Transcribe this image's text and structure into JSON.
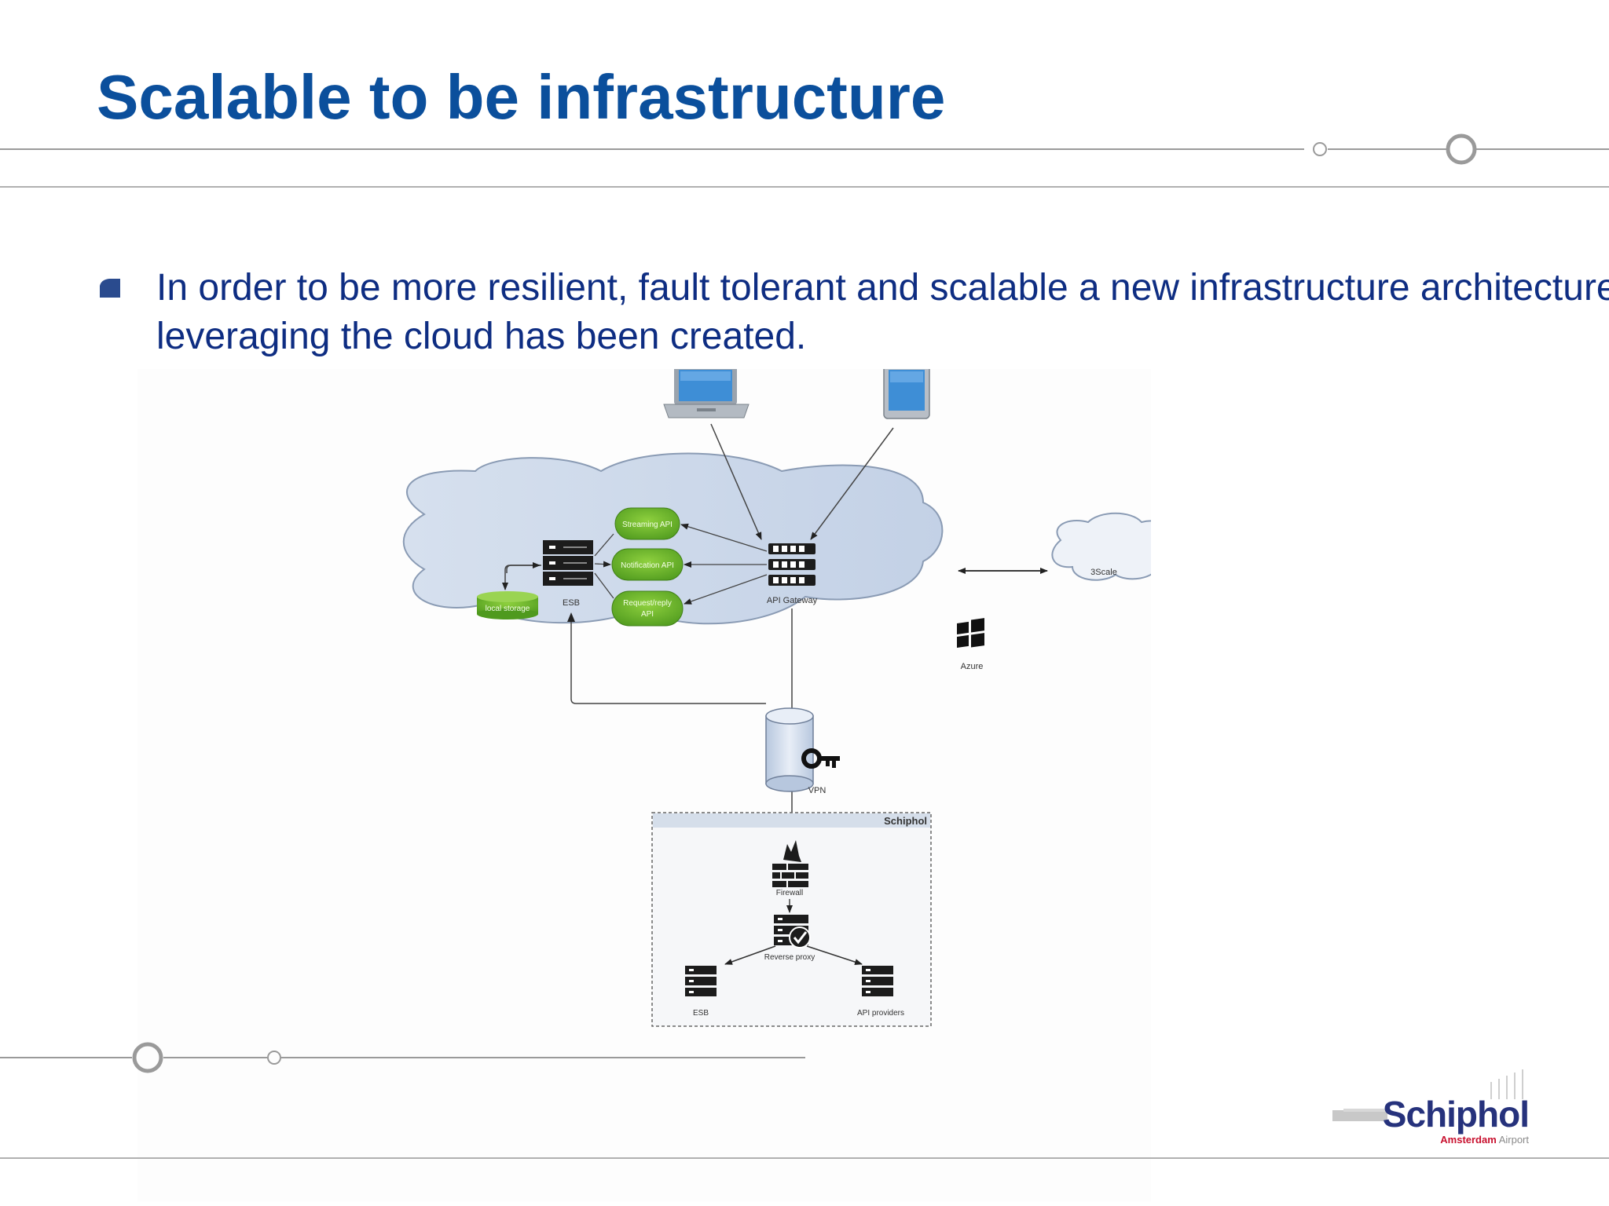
{
  "slide": {
    "title": "Scalable to be infrastructure",
    "bullet": "In order to be more resilient, fault tolerant and scalable a new infrastructure architecture leveraging the cloud has been created."
  },
  "diagram": {
    "cloud_components": {
      "streaming_api": "Streaming API",
      "notification_api": "Notification API",
      "request_reply_api": [
        "Request/reply",
        "API"
      ],
      "esb": "ESB",
      "local_storage": "local storage",
      "api_gateway": "API Gateway",
      "azure": "Azure"
    },
    "external": {
      "threescale": "3Scale"
    },
    "vpn": "VPN",
    "onprem": {
      "region": "Schiphol",
      "firewall": "Firewall",
      "reverse_proxy": "Reverse proxy",
      "esb": "ESB",
      "api_providers": "API providers"
    }
  },
  "logo": {
    "name": "Schiphol",
    "sub_red": "Amsterdam",
    "sub_grey": "Airport"
  },
  "colors": {
    "title": "#0b4f9c",
    "body_text": "#0e2d82",
    "cloud_fill": "#c9d6e8",
    "api_green": "#6fb72c",
    "logo_blue": "#26327c",
    "logo_red": "#c8102e"
  },
  "icons": [
    "laptop-icon",
    "tablet-icon",
    "server-icon",
    "windows-logo-icon",
    "key-icon",
    "firewall-icon",
    "reverse-proxy-icon",
    "database-icon",
    "cloud-icon"
  ]
}
